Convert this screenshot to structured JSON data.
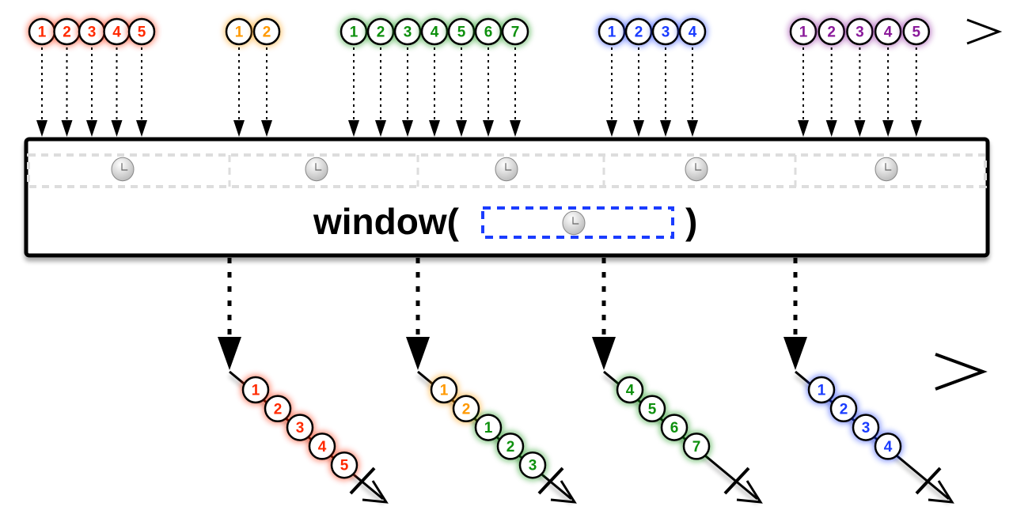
{
  "colors": {
    "red": "#ff2a00",
    "orange": "#ff9900",
    "green": "#0e900e",
    "blue": "#1a3cff",
    "purple": "#8a1a9a",
    "timer_dash": "#1a3cff"
  },
  "operator": {
    "name": "window(",
    "close": ")",
    "argument_icon": "clock-icon"
  },
  "source": {
    "groups": [
      {
        "color": "red",
        "labels": [
          "1",
          "2",
          "3",
          "4",
          "5"
        ]
      },
      {
        "color": "orange",
        "labels": [
          "1",
          "2"
        ]
      },
      {
        "color": "green",
        "labels": [
          "1",
          "2",
          "3",
          "4",
          "5",
          "6",
          "7"
        ]
      },
      {
        "color": "blue",
        "labels": [
          "1",
          "2",
          "3",
          "4"
        ]
      },
      {
        "color": "purple",
        "labels": [
          "1",
          "2",
          "3",
          "4",
          "5"
        ]
      }
    ]
  },
  "windows": [
    {
      "items": [
        {
          "label": "1",
          "color": "red"
        },
        {
          "label": "2",
          "color": "red"
        },
        {
          "label": "3",
          "color": "red"
        },
        {
          "label": "4",
          "color": "red"
        },
        {
          "label": "5",
          "color": "red"
        }
      ]
    },
    {
      "items": [
        {
          "label": "1",
          "color": "orange"
        },
        {
          "label": "2",
          "color": "orange"
        },
        {
          "label": "1",
          "color": "green"
        },
        {
          "label": "2",
          "color": "green"
        },
        {
          "label": "3",
          "color": "green"
        }
      ]
    },
    {
      "items": [
        {
          "label": "4",
          "color": "green"
        },
        {
          "label": "5",
          "color": "green"
        },
        {
          "label": "6",
          "color": "green"
        },
        {
          "label": "7",
          "color": "green"
        }
      ]
    },
    {
      "items": [
        {
          "label": "1",
          "color": "blue"
        },
        {
          "label": "2",
          "color": "blue"
        },
        {
          "label": "3",
          "color": "blue"
        },
        {
          "label": "4",
          "color": "blue"
        }
      ]
    }
  ]
}
